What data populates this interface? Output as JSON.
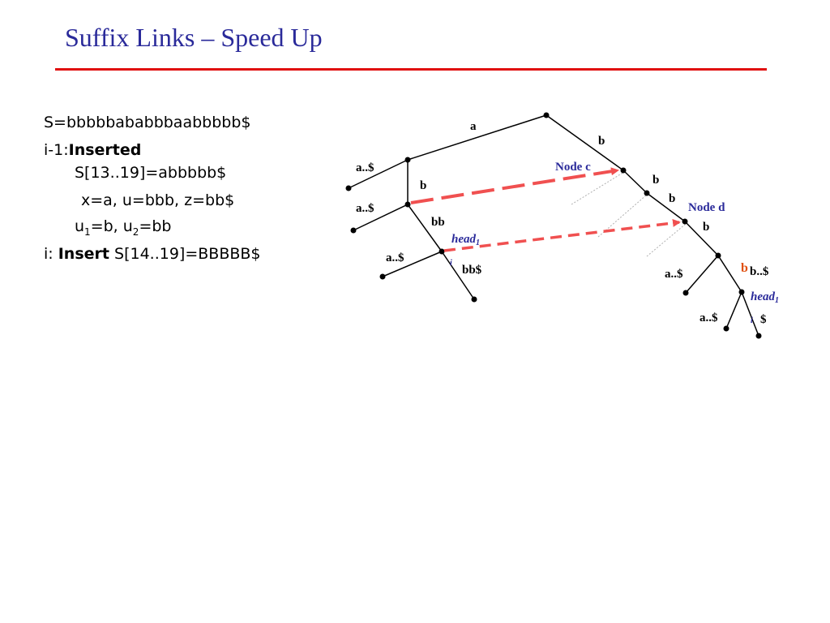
{
  "slide": {
    "title": "Suffix Links – Speed Up"
  },
  "text": {
    "s_string": "S=bbbbbababbbaabbbbb$",
    "prev_prefix": "i-1:",
    "prev_bold": "Inserted",
    "prev_range": "S[13..19]=abbbbb$",
    "xuz": "x=a, u=bbb, z=bb$",
    "u_line": {
      "u1": "u",
      "u1_sub": "1",
      "u1_val": "=b, ",
      "u2": "u",
      "u2_sub": "2",
      "u2_val": "=bb"
    },
    "cur_prefix": "i: ",
    "cur_bold": "Insert",
    "cur_range": " S[14..19]=BBBBB$"
  },
  "tree": {
    "edge_labels": {
      "a_top": "a",
      "b_top": "b",
      "a_dollar_1": "a..$",
      "b_left": "b",
      "a_dollar_2": "a..$",
      "bb": "bb",
      "a_dollar_3": "a..$",
      "bb_dollar": "bb$",
      "b_right_1": "b",
      "b_right_2": "b",
      "b_right_3": "b",
      "a_dollar_4": "a..$",
      "b_orange": "b",
      "b_dots_dollar": "b..$",
      "a_dollar_5": "a..$",
      "dollar": "$"
    },
    "node_labels": {
      "node_c": "Node c",
      "node_d": "Node d",
      "head_left": "head",
      "head_left_sub": "1",
      "head_left_tail": "i",
      "head_right": "head",
      "head_right_sub": "1",
      "head_right_tail": "i"
    },
    "colors": {
      "suffix_link": "#f05050",
      "node_label": "#2a2a9a",
      "highlight": "#e05010"
    }
  }
}
